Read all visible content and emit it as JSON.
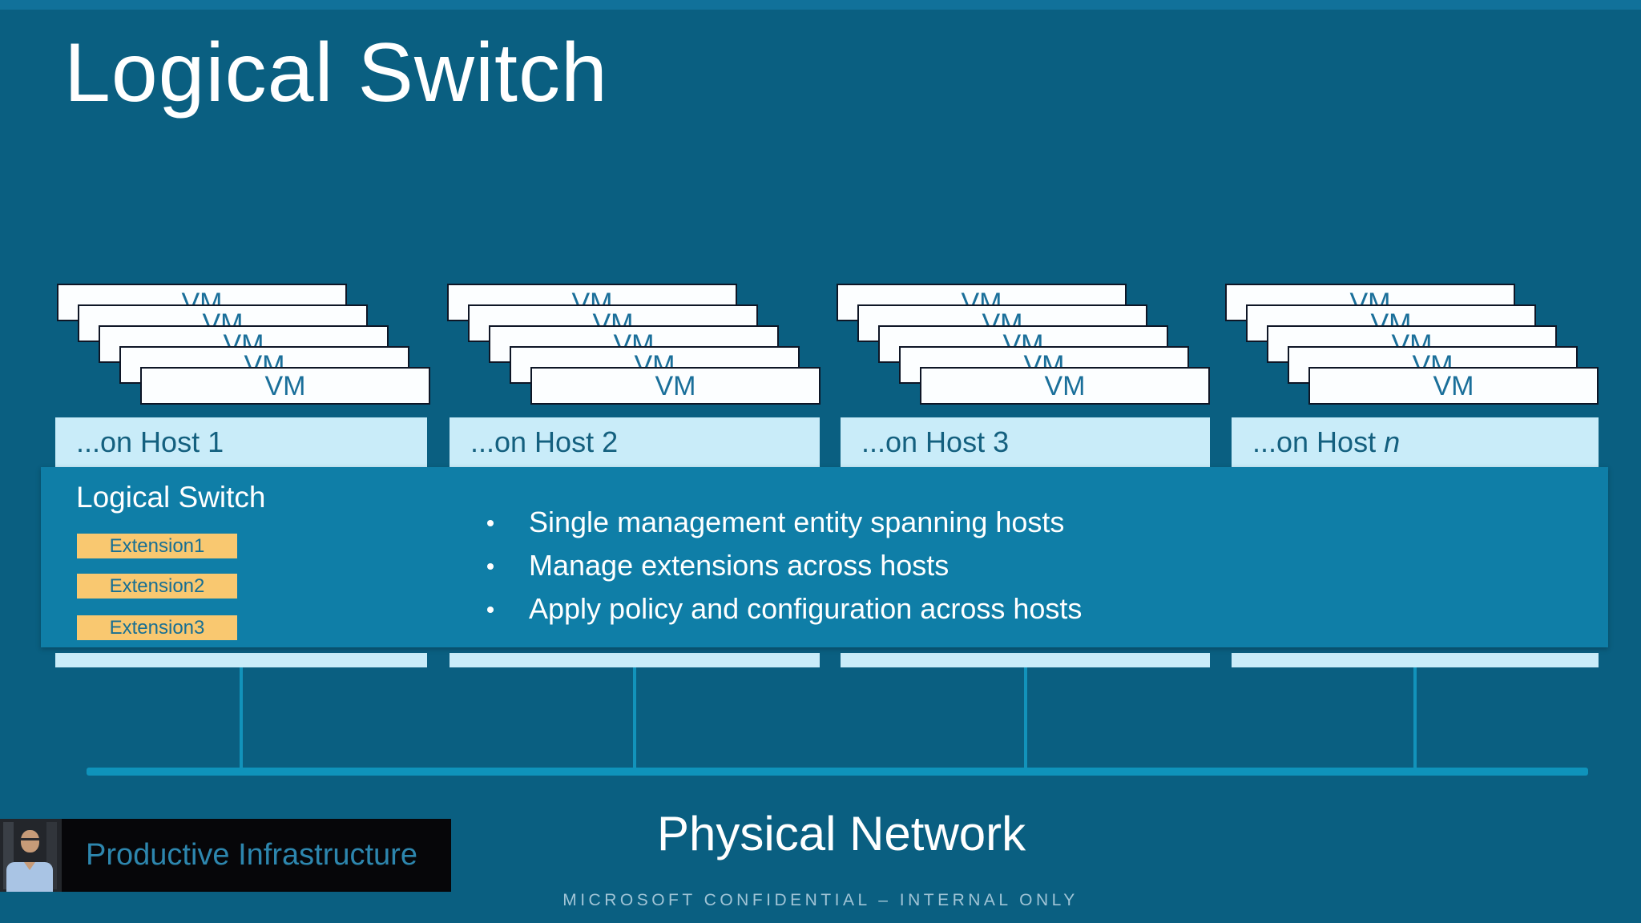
{
  "slide": {
    "title": "Logical Switch",
    "physical_network_label": "Physical Network",
    "footer_confidential": "MICROSOFT CONFIDENTIAL – INTERNAL ONLY",
    "banner_text": "Productive Infrastructure"
  },
  "overlay": {
    "title": "Logical Switch",
    "extensions": [
      {
        "label": "Extension1"
      },
      {
        "label": "Extension2"
      },
      {
        "label": "Extension3"
      }
    ],
    "bullets": [
      {
        "text": "Single management entity spanning hosts"
      },
      {
        "text": "Manage extensions across hosts"
      },
      {
        "text": "Apply policy and configuration across hosts"
      }
    ]
  },
  "hosts": [
    {
      "label_prefix": "...on Host 1",
      "vm_label": "VM"
    },
    {
      "label_prefix": "...on Host 2",
      "vm_label": "VM"
    },
    {
      "label_prefix": "...on Host 3",
      "vm_label": "VM"
    },
    {
      "label_prefix": "...on Host ",
      "label_em": "n",
      "vm_label": "VM"
    }
  ],
  "colors": {
    "background": "#0a5f81",
    "top_band": "#11719a",
    "overlay": "#0f7ea7",
    "host_box": "#c9ecf9",
    "host_text": "#14607f",
    "vm_card": "#fcfeff",
    "vm_border": "#0e1626",
    "vm_text": "#1a6f9a",
    "extension_bg": "#f9c870",
    "extension_text": "#186f93",
    "network_line": "#0f93bb",
    "text_white": "#ffffff",
    "confidential_text": "#a0c4d6",
    "banner_bg": "#060609",
    "banner_text": "#2d86ae"
  }
}
